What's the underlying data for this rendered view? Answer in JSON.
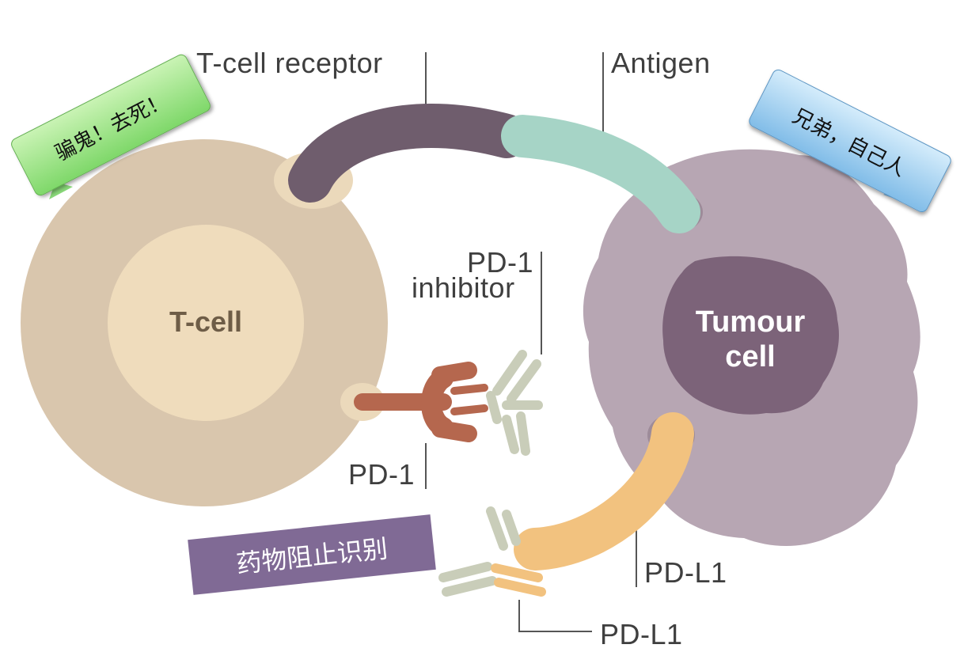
{
  "labels": {
    "tcell_receptor": "T-cell receptor",
    "antigen": "Antigen",
    "pd1_inhibitor_line1": "PD-1",
    "pd1_inhibitor_line2": "inhibitor",
    "pd1": "PD-1",
    "pdl1_upper": "PD-L1",
    "pdl1_lower": "PD-L1"
  },
  "cells": {
    "tcell": "T-cell",
    "tumour_line1": "Tumour",
    "tumour_line2": "cell"
  },
  "callouts": {
    "left_bubble": "骗鬼！去死！",
    "right_bubble": "兄弟，自己人",
    "banner": "药物阻止识别"
  },
  "colors": {
    "tcell_outer": "#d9c6ad",
    "tcell_inner": "#efdcbc",
    "tumour_outer": "#b7a6b3",
    "tumour_nucleus": "#7c6379",
    "tcr": "#6f5d6d",
    "antigen": "#a6d4c6",
    "pd1": "#b5674e",
    "pdl1": "#f2c27f",
    "antibody": "#c9cdb9",
    "left_bubble": "#7fd86a",
    "right_bubble": "#82bde8",
    "banner": "#806a95"
  }
}
